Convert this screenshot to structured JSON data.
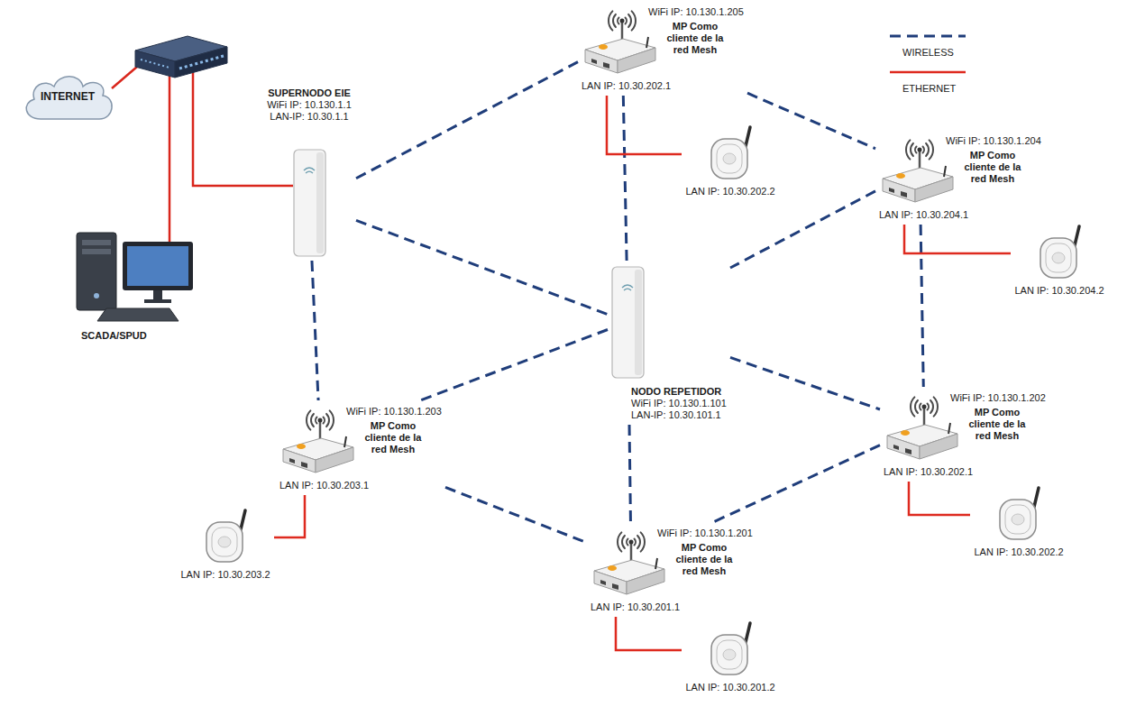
{
  "diagram": {
    "nodes": [
      {
        "text": [
          "INTERNET"
        ]
      },
      {
        "text": [
          "SUPERNODO EIE",
          "WiFi IP: 10.130.1.1",
          "LAN-IP: 10.30.1.1"
        ]
      },
      {
        "text": [
          "WiFi IP: 10.130.1.205",
          "MP Como cliente de la red Mesh",
          "LAN IP: 10.30.202.1"
        ]
      },
      {
        "text": [
          "LAN IP: 10.30.202.2"
        ]
      },
      {
        "text": [
          "WiFi IP: 10.130.1.204",
          "MP Como cliente de la red Mesh",
          "LAN IP: 10.30.204.1"
        ]
      },
      {
        "text": [
          "LAN IP: 10.30.204.2"
        ]
      },
      {
        "text": [
          "SCADA/SPUD"
        ]
      },
      {
        "text": [
          "NODO REPETIDOR",
          "WiFi IP: 10.130.1.101",
          "LAN-IP: 10.30.101.1"
        ]
      },
      {
        "text": [
          "WiFi IP: 10.130.1.203",
          "MP Como cliente de la red Mesh",
          "LAN IP: 10.30.203.1"
        ]
      },
      {
        "text": [
          "LAN IP: 10.30.203.2"
        ]
      },
      {
        "text": [
          "WiFi IP: 10.130.1.202",
          "MP Como cliente de la red Mesh",
          "LAN IP: 10.30.202.1"
        ]
      },
      {
        "text": [
          "LAN IP: 10.30.202.2"
        ]
      },
      {
        "text": [
          "WiFi IP: 10.130.1.201",
          "MP Como cliente de la red Mesh",
          "LAN IP: 10.30.201.1"
        ]
      },
      {
        "text": [
          "LAN IP: 10.30.201.2"
        ]
      }
    ],
    "edges": [
      {
        "from": 1,
        "to": 2,
        "arrow": "none"
      },
      {
        "from": 1,
        "to": 7,
        "arrow": "none"
      },
      {
        "from": 1,
        "to": 8,
        "arrow": "none"
      },
      {
        "from": 2,
        "to": 4,
        "arrow": "none"
      },
      {
        "from": 2,
        "to": 7,
        "arrow": "none"
      },
      {
        "from": 4,
        "to": 7,
        "arrow": "none"
      },
      {
        "from": 4,
        "to": 10,
        "arrow": "none"
      },
      {
        "from": 7,
        "to": 10,
        "arrow": "none"
      },
      {
        "from": 7,
        "to": 8,
        "arrow": "none"
      },
      {
        "from": 7,
        "to": 12,
        "arrow": "none"
      },
      {
        "from": 8,
        "to": 12,
        "arrow": "none"
      },
      {
        "from": 10,
        "to": 12,
        "arrow": "none"
      },
      {
        "from": 2,
        "to": 3,
        "arrow": "none"
      },
      {
        "from": 4,
        "to": 5,
        "arrow": "none"
      },
      {
        "from": 8,
        "to": 9,
        "arrow": "none"
      },
      {
        "from": 10,
        "to": 11,
        "arrow": "none"
      },
      {
        "from": 12,
        "to": 13,
        "arrow": "none"
      }
    ],
    "legend": [
      {
        "text": "WIRELESS"
      },
      {
        "text": "ETHERNET"
      }
    ]
  }
}
